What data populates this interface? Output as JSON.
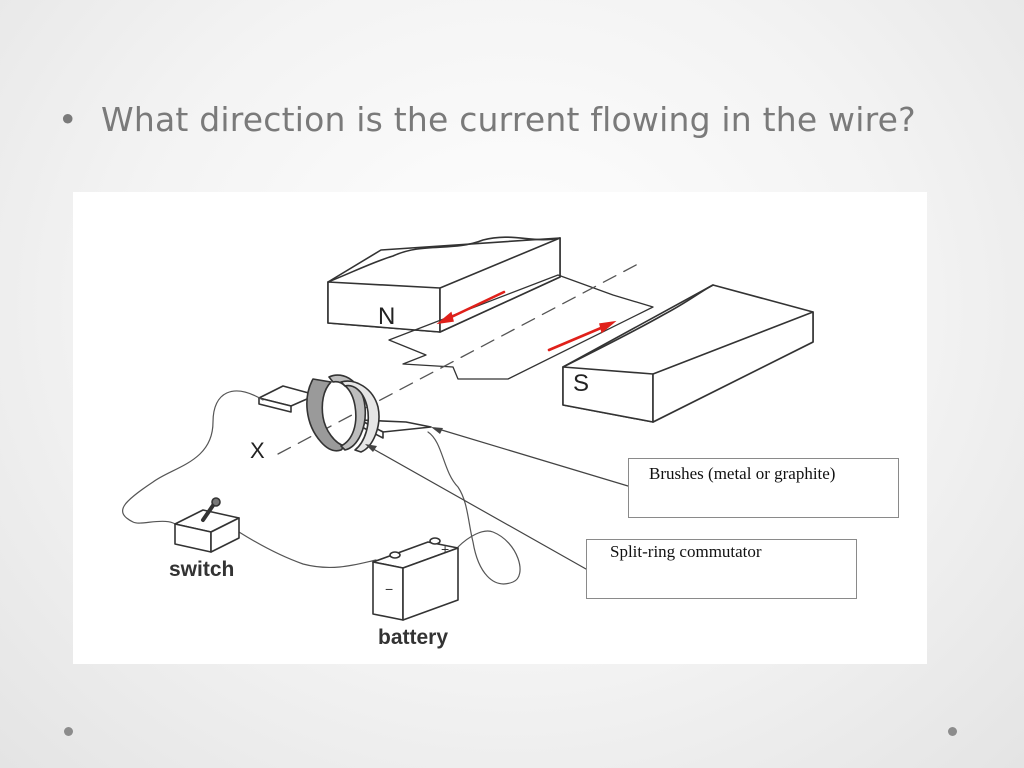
{
  "question": {
    "bullet": "•",
    "text": "What direction is the current flowing in the wire?"
  },
  "diagram": {
    "magnet_north_label": "N",
    "magnet_south_label": "S",
    "axis_label": "X",
    "switch_label": "switch",
    "battery_label": "battery",
    "battery_minus": "−",
    "battery_plus": "+",
    "arrow_color": "#e0201a",
    "callouts": {
      "brushes": "Brushes (metal or graphite)",
      "commutator": "Split-ring commutator"
    }
  },
  "colors": {
    "text_gray": "#7a7a7a",
    "line_dark": "#333333",
    "wire": "#555555"
  }
}
